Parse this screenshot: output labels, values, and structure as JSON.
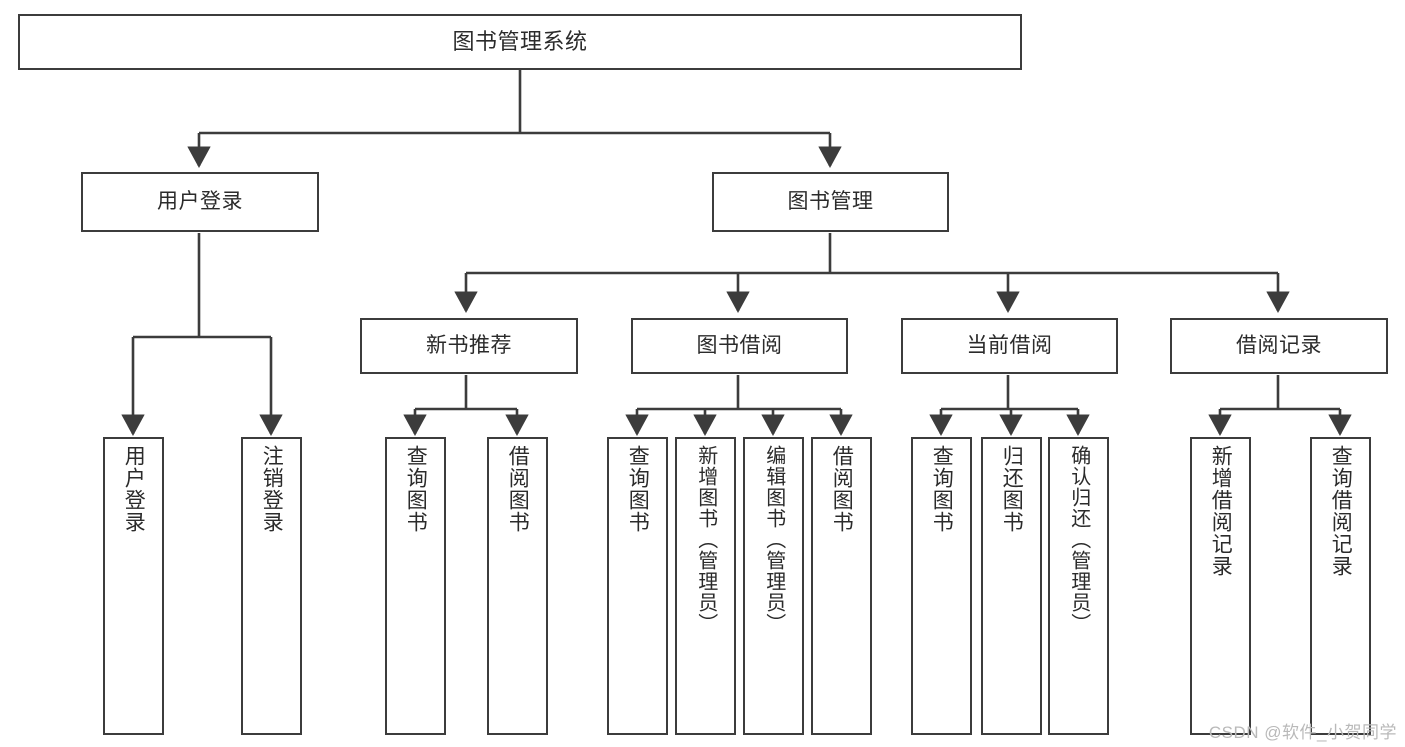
{
  "diagram": {
    "title": "图书管理系统",
    "type": "hierarchy-tree",
    "root": {
      "id": "root",
      "label": "图书管理系统"
    },
    "level2": [
      {
        "id": "login",
        "label": "用户登录"
      },
      {
        "id": "bookmgmt",
        "label": "图书管理"
      }
    ],
    "level3": [
      {
        "id": "newbook",
        "label": "新书推荐",
        "parent": "bookmgmt"
      },
      {
        "id": "borrow",
        "label": "图书借阅",
        "parent": "bookmgmt"
      },
      {
        "id": "current",
        "label": "当前借阅",
        "parent": "bookmgmt"
      },
      {
        "id": "record",
        "label": "借阅记录",
        "parent": "bookmgmt"
      }
    ],
    "leaves": [
      {
        "id": "leaf-1",
        "label": "用户登录",
        "parent": "login"
      },
      {
        "id": "leaf-2",
        "label": "注销登录",
        "parent": "login"
      },
      {
        "id": "leaf-3",
        "label": "查询图书",
        "parent": "newbook"
      },
      {
        "id": "leaf-4",
        "label": "借阅图书",
        "parent": "newbook"
      },
      {
        "id": "leaf-5",
        "label": "查询图书",
        "parent": "borrow"
      },
      {
        "id": "leaf-6",
        "label": "新增图书（管理员）",
        "parent": "borrow"
      },
      {
        "id": "leaf-7",
        "label": "编辑图书（管理员）",
        "parent": "borrow"
      },
      {
        "id": "leaf-8",
        "label": "借阅图书",
        "parent": "borrow"
      },
      {
        "id": "leaf-9",
        "label": "查询图书",
        "parent": "current"
      },
      {
        "id": "leaf-10",
        "label": "归还图书",
        "parent": "current"
      },
      {
        "id": "leaf-11",
        "label": "确认归还（管理员）",
        "parent": "current"
      },
      {
        "id": "leaf-12",
        "label": "新增借阅记录",
        "parent": "record"
      },
      {
        "id": "leaf-13",
        "label": "查询借阅记录",
        "parent": "record"
      }
    ],
    "colors": {
      "stroke": "#3c3c3c",
      "text": "#2b2b2b",
      "background": "#ffffff",
      "watermark": "#b9b9b9"
    }
  },
  "watermark": {
    "text": "CSDN @软件_小贺同学"
  }
}
